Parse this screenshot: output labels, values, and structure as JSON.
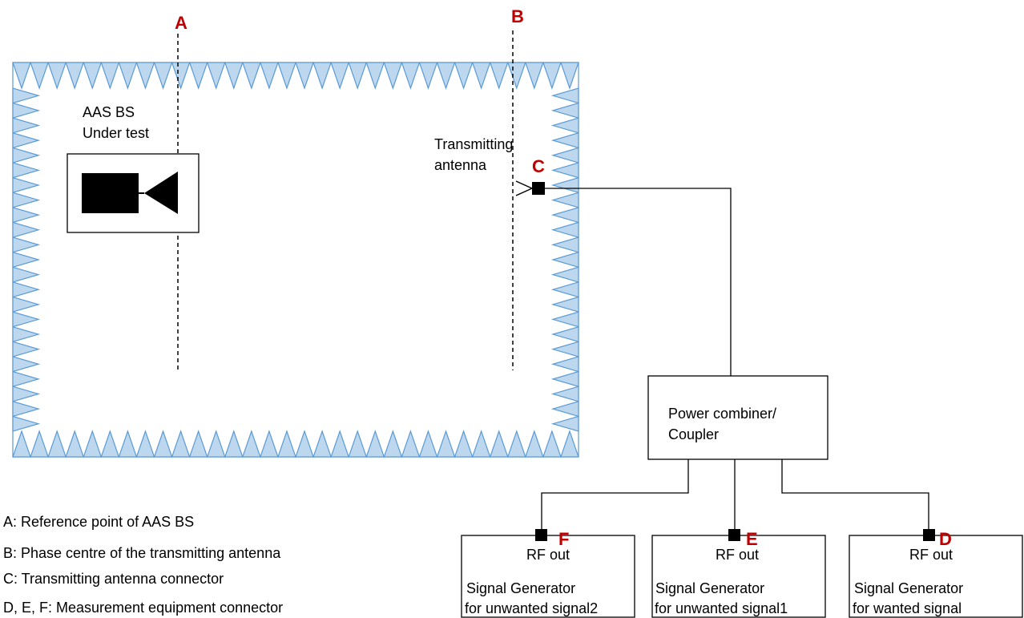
{
  "markers": {
    "a": "A",
    "b": "B",
    "c": "C",
    "d": "D",
    "e": "E",
    "f": "F"
  },
  "aas_bs": {
    "line1": "AAS BS",
    "line2": "Under test"
  },
  "tx_antenna": {
    "line1": "Transmitting",
    "line2": "antenna"
  },
  "combiner": {
    "line1": "Power combiner/",
    "line2": "Coupler"
  },
  "generators": [
    {
      "rf": "RF out",
      "line1": "Signal Generator",
      "line2": "for unwanted signal2"
    },
    {
      "rf": "RF out",
      "line1": "Signal Generator",
      "line2": "for unwanted signal1"
    },
    {
      "rf": "RF out",
      "line1": "Signal Generator",
      "line2": "for wanted signal"
    }
  ],
  "legend": [
    "A: Reference point of AAS BS",
    "B: Phase centre of the transmitting antenna",
    "C: Transmitting antenna connector",
    "D, E, F: Measurement equipment connector"
  ],
  "colors": {
    "absorber_fill": "#bdd7ee",
    "absorber_stroke": "#5b9bd5",
    "marker": "#c00000"
  }
}
